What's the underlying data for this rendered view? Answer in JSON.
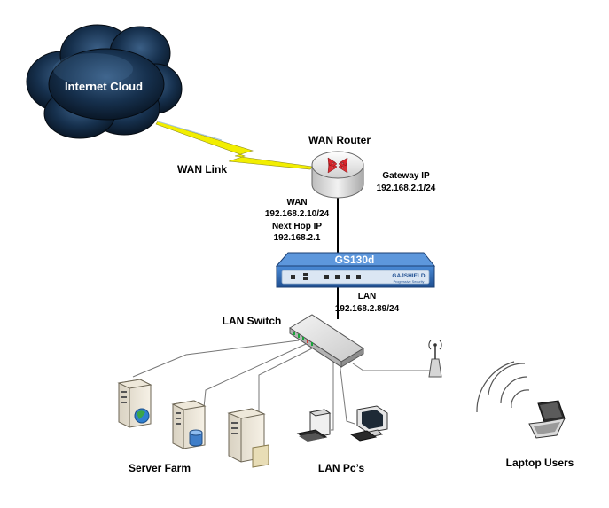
{
  "nodes": {
    "internet_cloud": "Internet Cloud",
    "wan_router": "WAN Router",
    "firewall_model": "GS130d",
    "firewall_brand": "GAJSHIELD",
    "firewall_tagline": "Progressive Security",
    "lan_switch": "LAN Switch",
    "server_farm": "Server Farm",
    "lan_pcs": "LAN Pc’s",
    "laptop_users": "Laptop Users"
  },
  "links": {
    "wan_link": "WAN Link"
  },
  "annotations": {
    "gateway_ip_title": "Gateway IP",
    "gateway_ip_value": "192.168.2.1/24",
    "wan_title": "WAN",
    "wan_ip": "192.168.2.10/24",
    "next_hop_title": "Next Hop IP",
    "next_hop_value": "192.168.2.1",
    "lan_title": "LAN",
    "lan_ip": "192.168.2.89/24"
  },
  "colors": {
    "cloud": "#0d1f33",
    "lightning": "#f2ee00",
    "firewall": "#2f6fb8",
    "router": "#d9d9d9",
    "router_arrows": "#d8262c"
  }
}
